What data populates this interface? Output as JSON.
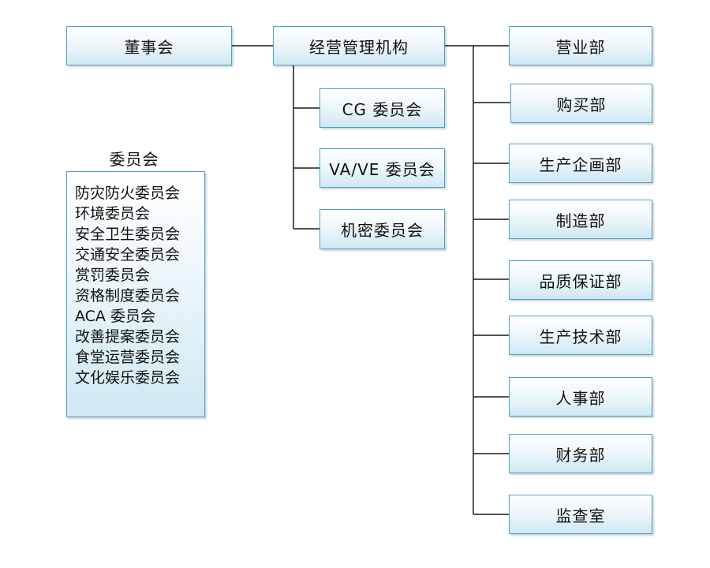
{
  "board": "董事会",
  "management": "经营管理机构",
  "committees_under_management": [
    "CG 委员会",
    "VA/VE 委员会",
    "机密委员会"
  ],
  "departments": [
    "营业部",
    "购买部",
    "生产企画部",
    "制造部",
    "品质保证部",
    "生产技术部",
    "人事部",
    "财务部",
    "监查室"
  ],
  "committee_panel": {
    "title": "委员会",
    "items": [
      "防灾防火委员会",
      "环境委员会",
      "安全卫生委员会",
      "交通安全委员会",
      "赏罚委员会",
      "资格制度委员会",
      "ACA 委员会",
      "改善提案委员会",
      "食堂运营委员会",
      "文化娱乐委员会"
    ]
  },
  "colors": {
    "box_border": "#4aa3c8",
    "box_fill_top": "#ffffff",
    "box_fill_bottom": "#cfe8f3",
    "connector": "#1a1a1a"
  }
}
